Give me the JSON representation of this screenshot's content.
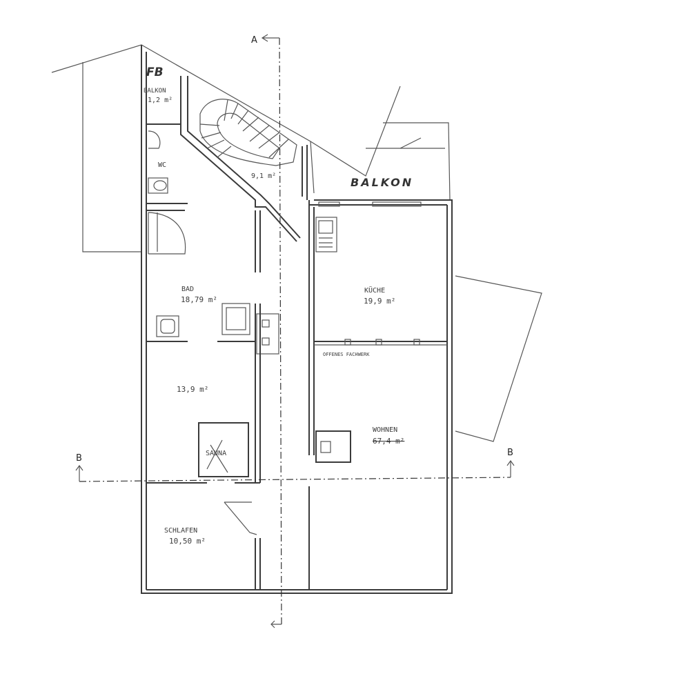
{
  "rooms": {
    "fb": "FB",
    "balkon_small_name": "BALKON",
    "balkon_small_area": "1,2 m²",
    "wc": "WC",
    "stair_area": "9,1 m²",
    "balkon_large": "BALKON",
    "bad_name": "BAD",
    "bad_area": "18,79 m²",
    "middle_area": "13,9 m²",
    "sauna": "SAUNA",
    "kueche_name": "KÜCHE",
    "kueche_area": "19,9 m²",
    "beam_note": "OFFENES FACHWERK",
    "wohnen_name": "WOHNEN",
    "wohnen_area": "67,4 m²",
    "schlafen_name": "SCHLAFEN",
    "schlafen_area": "10,50 m²"
  },
  "sections": {
    "a_top": "A",
    "b_left": "B",
    "b_right": "B"
  }
}
